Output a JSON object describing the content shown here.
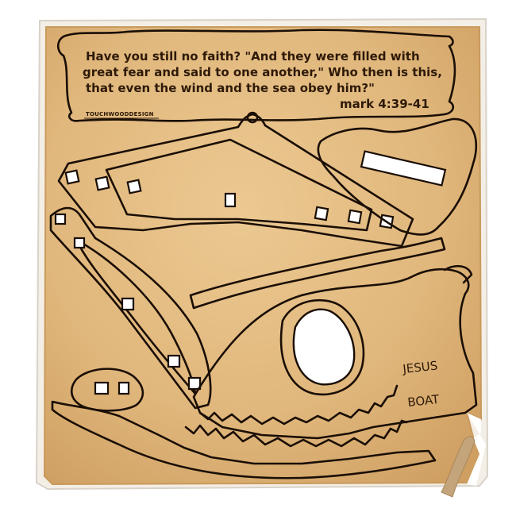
{
  "verse": {
    "line1": "Have you still no faith? \"And they were filled with",
    "line2": "great fear and said to one another,\" Who then is this,",
    "line3": "that even the wind and the sea obey him?\"",
    "reference": "mark 4:39-41",
    "logo": "TOUCHWOODDESIGN"
  },
  "boat_label": {
    "line1": "JESUS",
    "line2": "BOAT"
  },
  "colors": {
    "wood": "#e2bc82",
    "wood_edge": "#c99a5c",
    "cut_line": "#1a0e05",
    "background": "#ffffff"
  }
}
